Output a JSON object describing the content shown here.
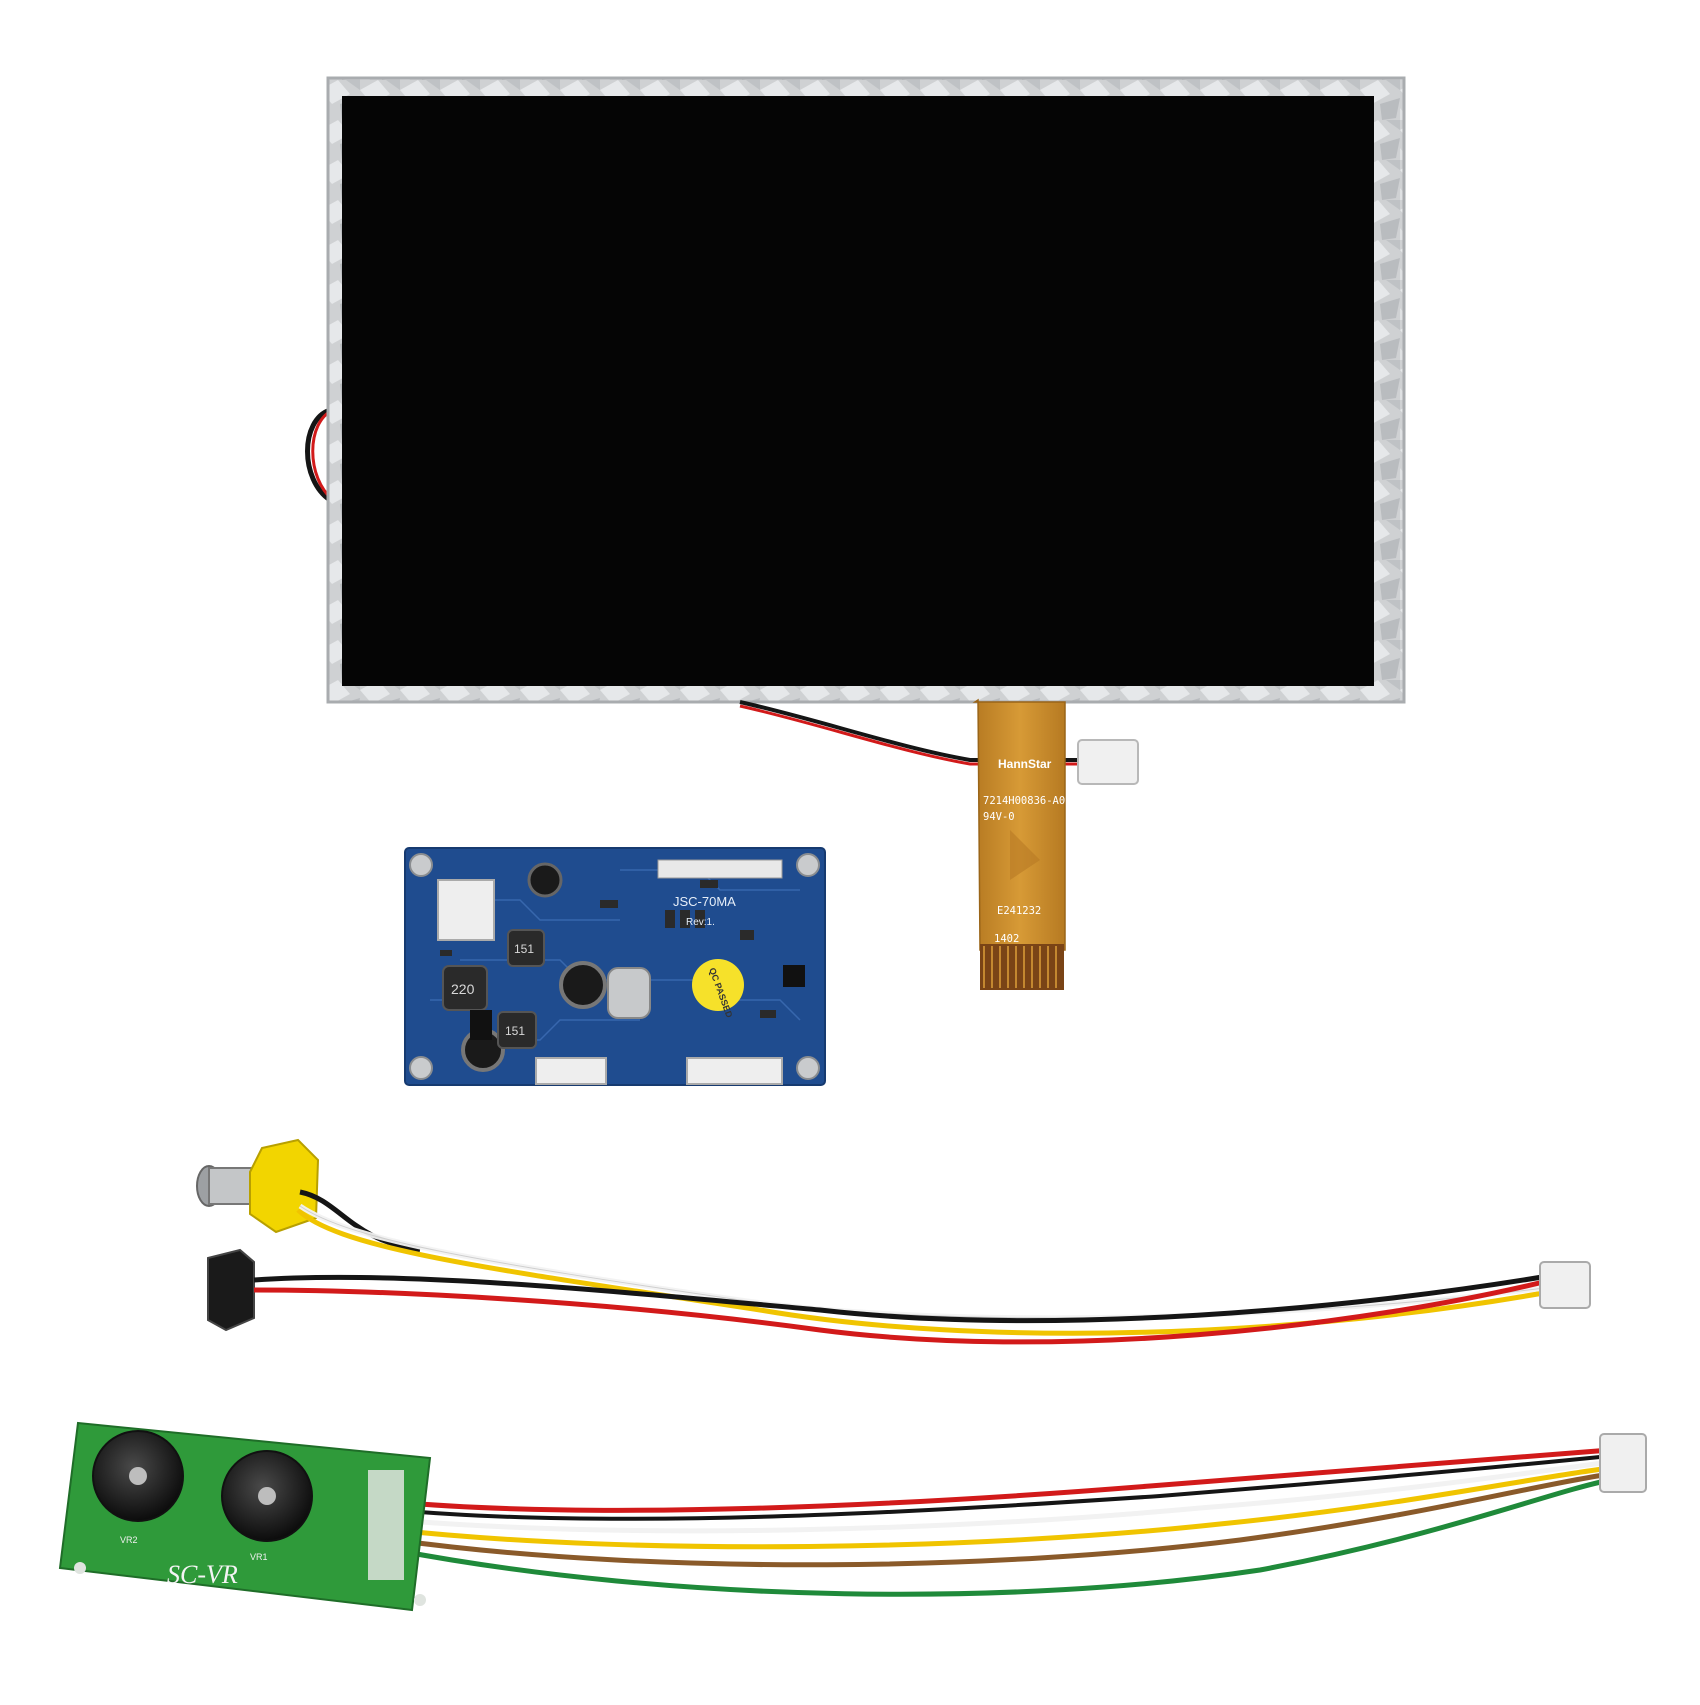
{
  "lcd_panel": {
    "brand_text": "HannStar",
    "part_number": "7214H00836-A0",
    "flammability_rating": "94V-0",
    "ul_number": "E241232",
    "date_code": "1402"
  },
  "driver_board": {
    "model_text": "JSC-70MA",
    "revision_text": "Rev:1.",
    "qc_sticker": "QC PASSED",
    "inductor_large_label": "220",
    "inductor_1_label": "151",
    "inductor_2_label": "151"
  },
  "control_board": {
    "label": "SC-VR",
    "pot_labels": [
      "VR2",
      "VR1"
    ]
  },
  "colors": {
    "bezel": "#c9cbcd",
    "screen": "#050505",
    "fpc": "#c98a2a",
    "pcb_blue": "#1f4c8f",
    "pcb_green": "#2f9a3a",
    "rca_yellow": "#f2d500",
    "wire_red": "#d21a1a",
    "wire_black": "#151515",
    "wire_white": "#f2f2f2",
    "wire_yellow": "#f0c400",
    "wire_green": "#1f8a3a",
    "wire_brown": "#8a5a2a"
  }
}
